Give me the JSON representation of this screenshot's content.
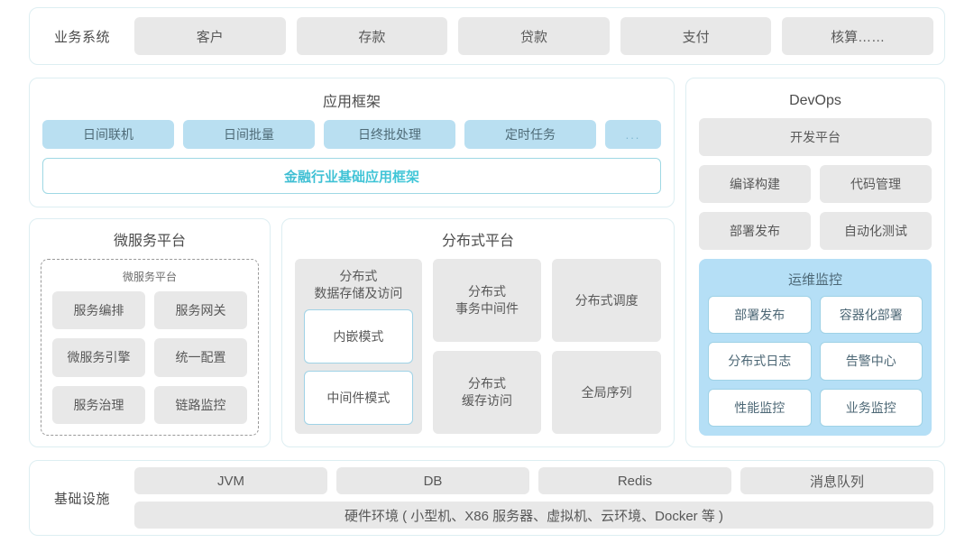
{
  "business": {
    "label": "业务系统",
    "items": [
      "客户",
      "存款",
      "贷款",
      "支付",
      "核算……"
    ]
  },
  "app_framework": {
    "title": "应用框架",
    "tags": [
      "日间联机",
      "日间批量",
      "日终批处理",
      "定时任务",
      "..."
    ],
    "foundation": "金融行业基础应用框架"
  },
  "microservice": {
    "title": "微服务平台",
    "inner_title": "微服务平台",
    "items": [
      "服务编排",
      "服务网关",
      "微服务引擎",
      "统一配置",
      "服务治理",
      "链路监控"
    ]
  },
  "distributed": {
    "title": "分布式平台",
    "col1": {
      "title": "分布式\n数据存储及访问",
      "title_line1": "分布式",
      "title_line2": "数据存储及访问",
      "modes": [
        "内嵌模式",
        "中间件模式"
      ]
    },
    "col2": [
      {
        "line1": "分布式",
        "line2": "事务中间件"
      },
      {
        "line1": "分布式",
        "line2": "缓存访问"
      }
    ],
    "col3": [
      {
        "line1": "分布式调度",
        "line2": ""
      },
      {
        "line1": "全局序列",
        "line2": ""
      }
    ]
  },
  "devops": {
    "title": "DevOps",
    "platform": "开发平台",
    "pair1": [
      "编译构建",
      "代码管理"
    ],
    "pair2": [
      "部署发布",
      "自动化测试"
    ],
    "ops": {
      "title": "运维监控",
      "items": [
        "部署发布",
        "容器化部署",
        "分布式日志",
        "告警中心",
        "性能监控",
        "业务监控"
      ]
    }
  },
  "infrastructure": {
    "label": "基础设施",
    "items": [
      "JVM",
      "DB",
      "Redis",
      "消息队列"
    ],
    "hardware": "硬件环境 ( 小型机、X86 服务器、虚拟机、云环境、Docker 等 )"
  },
  "colors": {
    "accent_blue": "#b9dff1",
    "ops_panel_blue": "#b5dff6",
    "gray_box": "#e8e8e8",
    "card_border": "#ddeef2",
    "gradient_text_start": "#3aa8c6",
    "gradient_text_end": "#45d3dd"
  }
}
